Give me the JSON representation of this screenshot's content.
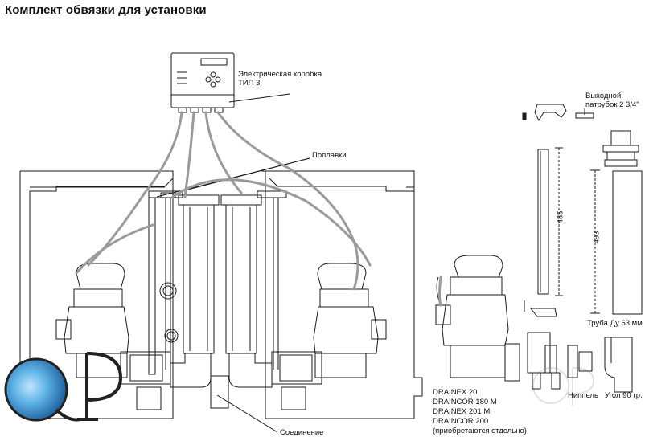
{
  "title": "Комплект обвязки для установки",
  "labels": {
    "electric_box": [
      "Электрическая коробка",
      "ТИП 3"
    ],
    "floats": "Поплавки",
    "outlet": [
      "Выходной",
      "патрубок 2 3/4\""
    ],
    "pipe": "Труба Ду 63 мм",
    "nipple": "Ниппель",
    "elbow": "Угол 90 гр.",
    "connection": "Соединение",
    "pump_models": [
      "DRAINEX 20",
      "DRAINCOR 180 M",
      "DRAINEX 201 M",
      "DRAINCOR 200",
      "(приобретаются отдельно)"
    ]
  },
  "dimensions": {
    "rail": "485",
    "pipe": "493"
  },
  "logo": {
    "text": "QP"
  },
  "colors": {
    "line": "#1a1a1a",
    "cable": "#9a9a9a",
    "water_dark": "#1f6fb0",
    "water_light": "#7cc6ee"
  }
}
